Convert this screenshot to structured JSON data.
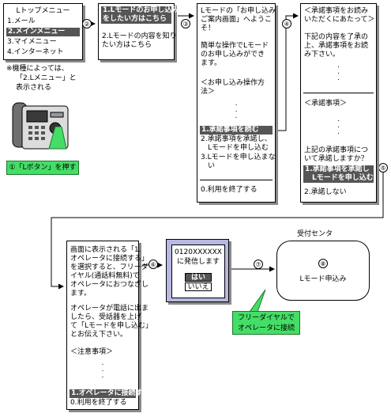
{
  "screen1": {
    "title": "Lトップメニュー",
    "items": [
      "1.メール",
      "2.メインメニュー",
      "3.マイメニュー",
      "4.インターネット"
    ],
    "note": [
      "※機種によっては、",
      "「2.Lメニュー」と",
      "表示される"
    ]
  },
  "callout_lbutton": "①「Lボタン」を押す",
  "step_numbers": [
    "②",
    "③",
    "④",
    "⑤",
    "⑥",
    "⑦",
    "⑧"
  ],
  "screen2": {
    "highlight": [
      "1.Lモードのお申し込み",
      "をしたい方はこちら"
    ],
    "item2": [
      "2.Lモードの内容を知り",
      "たい方はこちら"
    ]
  },
  "screen3": {
    "lines": [
      "Lモードの「お申し込み",
      "ご案内画面」へようこ",
      "そ！",
      "",
      "簡単な操作でLモード",
      "のお申し込みができ",
      "ます。",
      "",
      "＜お申し込み操作方",
      "法＞"
    ],
    "highlight": "1.承諾事項を読む",
    "items": [
      "2.承諾事項を承諾し、",
      "　Lモードを申し込む",
      "3.Lモードを申し込まな",
      "　い"
    ],
    "exit": "0.利用を終了する"
  },
  "screen4": {
    "lines": [
      "＜承諾事項をお読み",
      "いただくにあたって＞",
      "",
      "下記の内容を了承の",
      "上、承諾事項をお読",
      "み下さい。"
    ],
    "section": "＜承諾事項＞",
    "question": [
      "上記の承諾事項につ",
      "いて承諾しますか？"
    ],
    "highlight": [
      "1.承諾事項を承諾し",
      "　Lモードを申し込む"
    ],
    "no": "2.承諾しない"
  },
  "screen5": {
    "lines": [
      "画面に表示される「1.",
      "オペレータに接続する」",
      "を選択すると、フリーダ",
      "イヤル(通話料無料)で",
      "オペレータにおつなぎし",
      "ます。",
      "オペレータが電話に出ま",
      "したら、受話器を上げ",
      "て「Lモードを申し込む」",
      "とお伝え下さい。",
      "",
      "＜注意事項＞"
    ],
    "highlight": "1.オペレータに接続する",
    "exit": "0.利用を終了する"
  },
  "screen6": {
    "number": "0120XXXXXX",
    "message": "に発信します",
    "yes": "はい",
    "no": "いいえ"
  },
  "callout_freedial": [
    "フリーダイヤルで",
    "オペレータに接続"
  ],
  "center": {
    "label": "受付センタ",
    "text": "Lモード申込み"
  },
  "colors": {
    "highlight": "#555555",
    "callout_green": "#44dd66",
    "screen6_bg": "#b8b8e0",
    "shadow": "#8a8a8a"
  }
}
